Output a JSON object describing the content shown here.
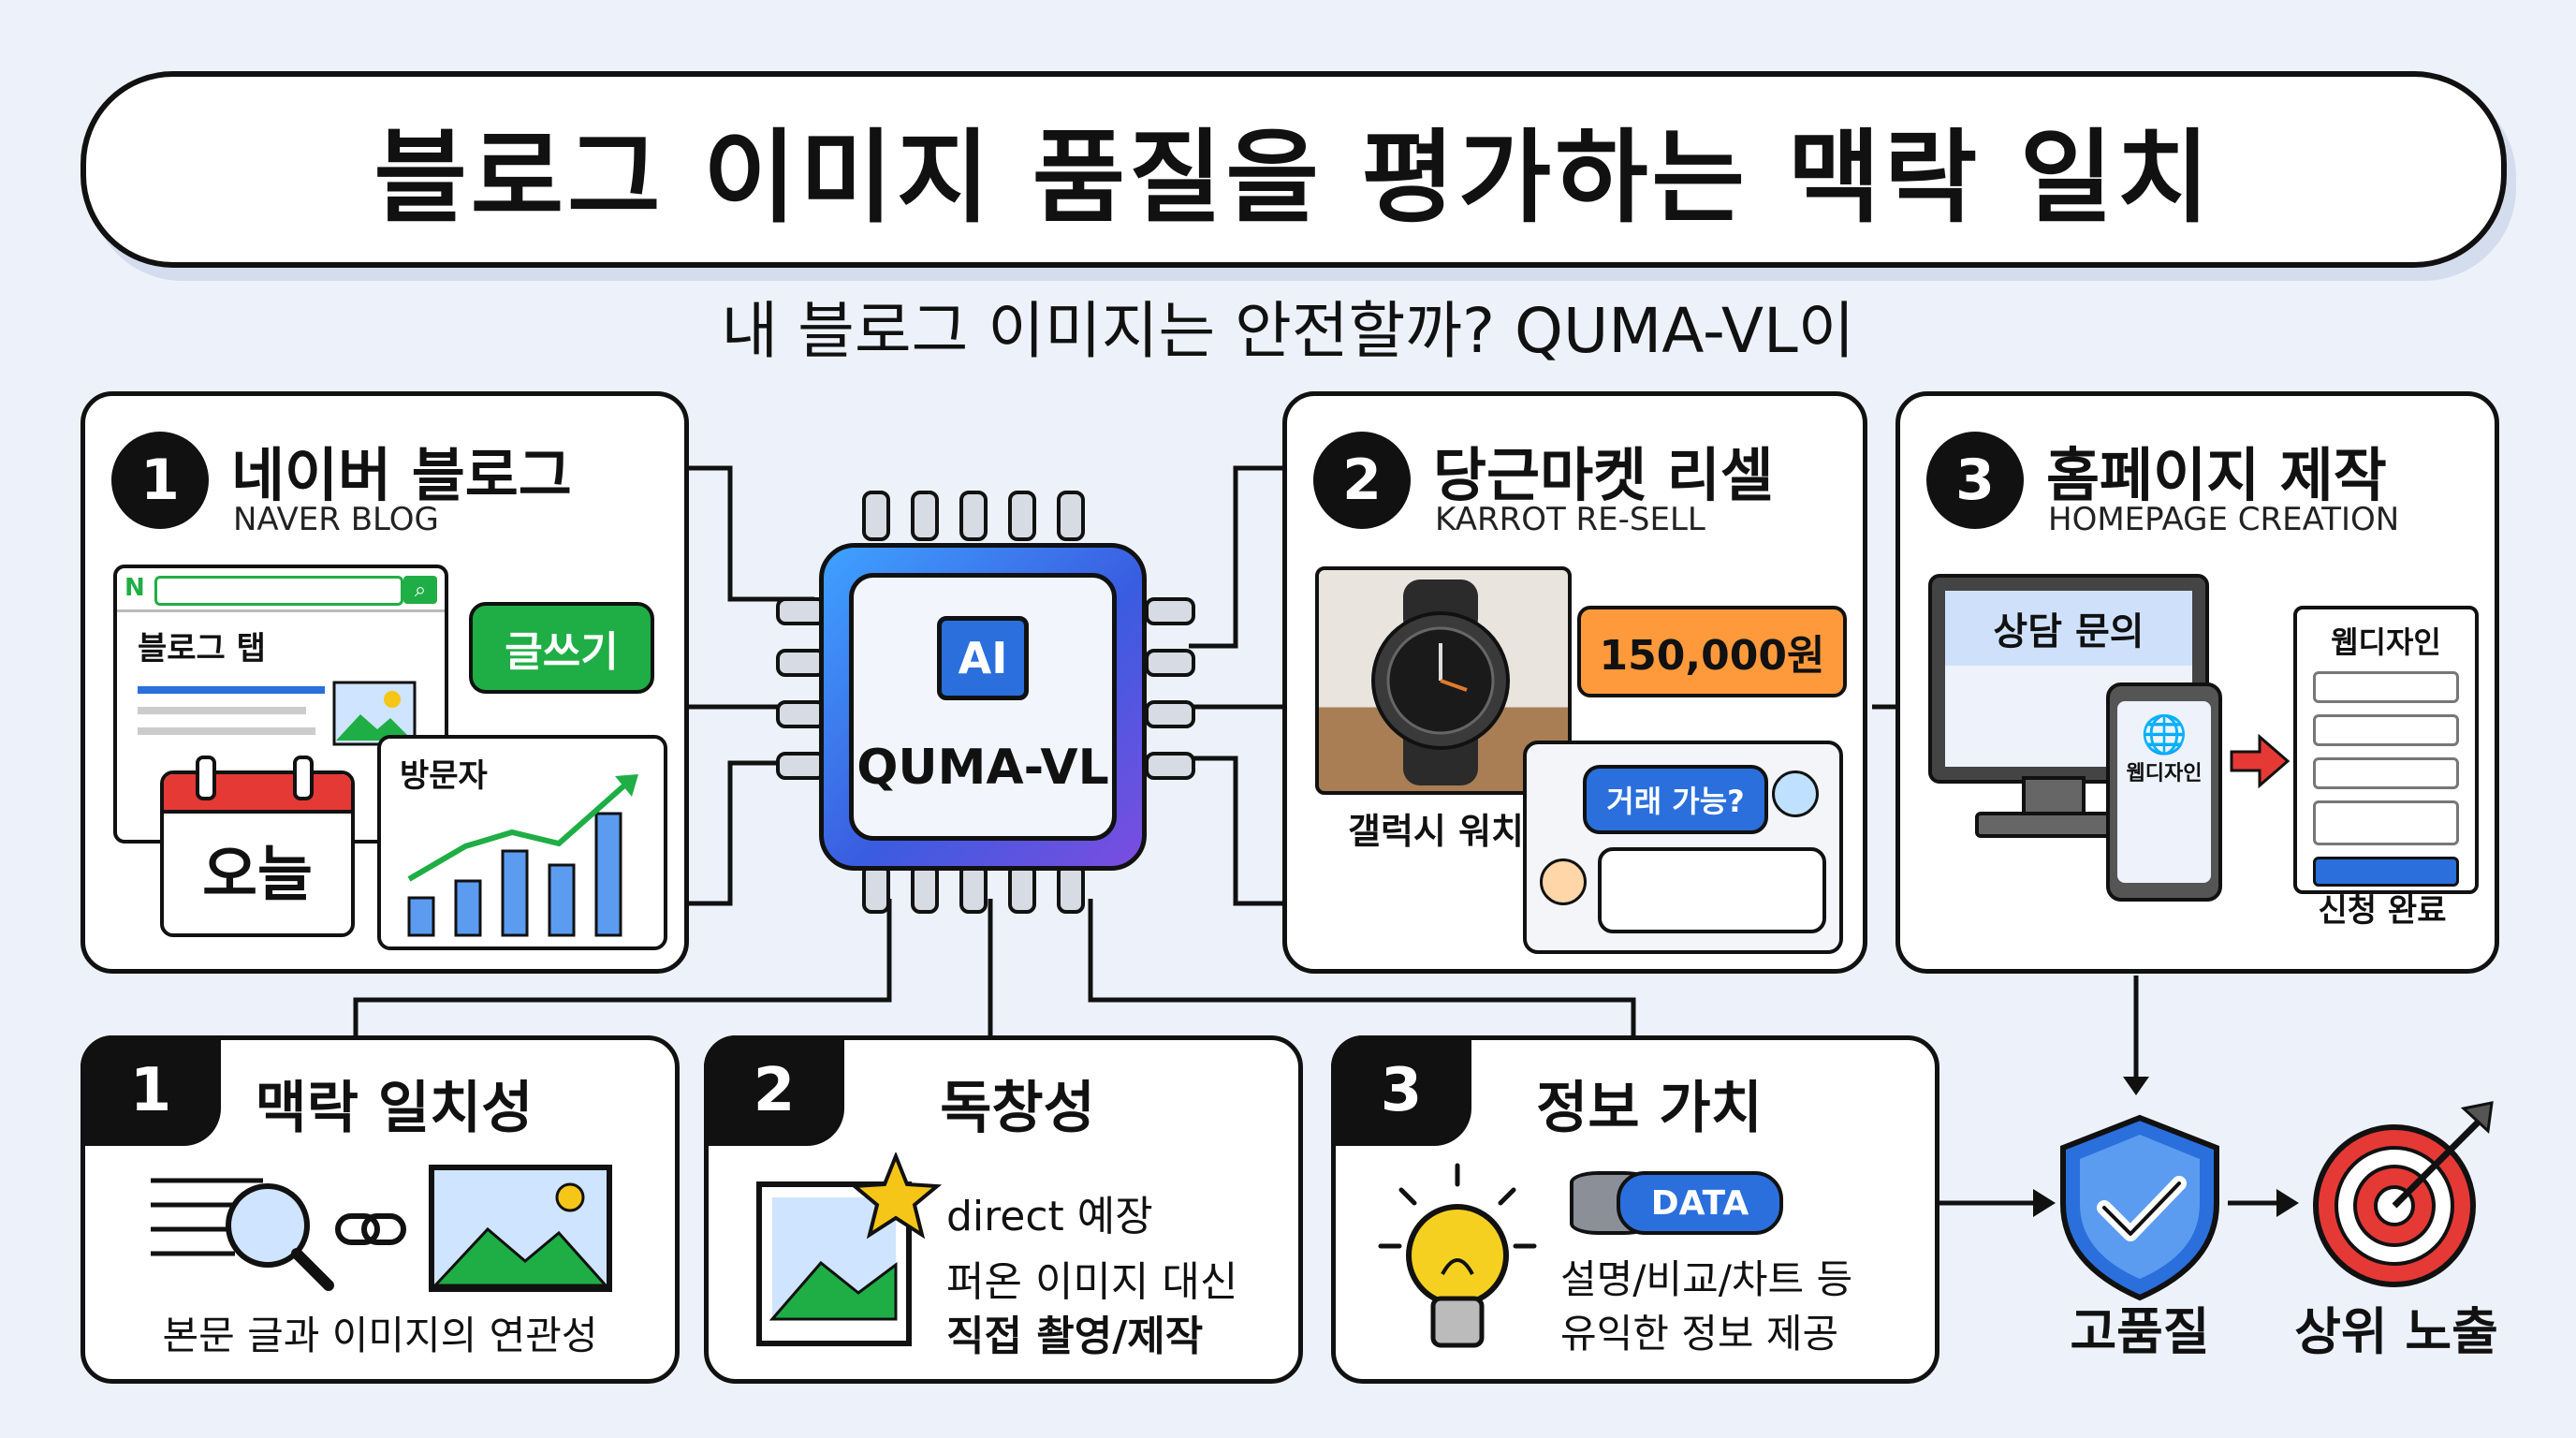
{
  "title": "블로그 이미지 품질을 평가하는 맥락 일치",
  "subtitle": "내 블로그 이미지는 안전할까? QUMA-VL이",
  "chip": {
    "badge": "AI",
    "label": "QUMA-VL"
  },
  "cases": [
    {
      "num": "1",
      "title": "네이버 블로그",
      "sub": "NAVER BLOG",
      "tab_label": "블로그 탭",
      "write": "글쓰기",
      "today": "오늘",
      "visitors": "방문자",
      "logo": "N"
    },
    {
      "num": "2",
      "title": "당근마켓 리셀",
      "sub": "KARROT RE-SELL",
      "price": "150,000원",
      "item": "갤럭시 워치",
      "chat": "거래 가능?"
    },
    {
      "num": "3",
      "title": "홈페이지 제작",
      "sub": "HOMEPAGE CREATION",
      "monitor": "상담 문의",
      "phone": "웹디자인",
      "form_title": "웹디자인",
      "done": "신청 완료"
    }
  ],
  "criteria": [
    {
      "num": "1",
      "title": "맥락 일치성",
      "desc": "본문 글과 이미지의 연관성"
    },
    {
      "num": "2",
      "title": "독창성",
      "l1": "direct 예장",
      "l2": "퍼온 이미지 대신",
      "l3": "직접 촬영/제작"
    },
    {
      "num": "3",
      "title": "정보 가치",
      "badge": "DATA",
      "l1": "설명/비교/차트 등",
      "l2": "유익한 정보 제공"
    }
  ],
  "results": {
    "quality": "고품질",
    "rank": "상위 노출"
  },
  "colors": {
    "green": "#1fae45",
    "blue": "#2a6fdc",
    "orange": "#ff9a3c",
    "red": "#e53935"
  }
}
